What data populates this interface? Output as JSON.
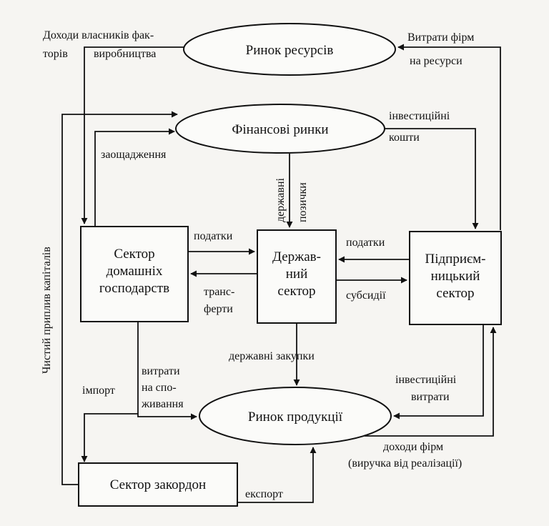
{
  "nodes": {
    "resources_market": "Ринок ресурсів",
    "financial_markets": "Фінансові ринки",
    "households": [
      "Сектор",
      "домашніх",
      "господарств"
    ],
    "government": [
      "Держав-",
      "ний",
      "сектор"
    ],
    "business": [
      "Підприєм-",
      "ницький",
      "сектор"
    ],
    "products_market": "Ринок продукції",
    "foreign": "Сектор закордон"
  },
  "flows": {
    "factor_income": [
      "Доходи власників фак-",
      "торів",
      "виробництва"
    ],
    "firm_resource_costs": [
      "Витрати фірм",
      "на ресурси"
    ],
    "savings": "заощадження",
    "investment_funds": [
      "інвестиційні",
      "кошти"
    ],
    "gov_borrowing": [
      "державні",
      "позички"
    ],
    "taxes_households": "податки",
    "transfers": [
      "транс-",
      "ферти"
    ],
    "taxes_business": "податки",
    "subsidies": "субсидії",
    "gov_purchases": "державні  закупки",
    "consumption": [
      "витрати",
      "на спо-",
      "живання"
    ],
    "imports": "імпорт",
    "investment_spending": [
      "інвестиційні",
      "витрати"
    ],
    "firm_revenue": [
      "доходи фірм",
      "(виручка від реалізації)"
    ],
    "exports": "експорт",
    "net_capital_inflow": "Чистий приплив капіталів"
  }
}
